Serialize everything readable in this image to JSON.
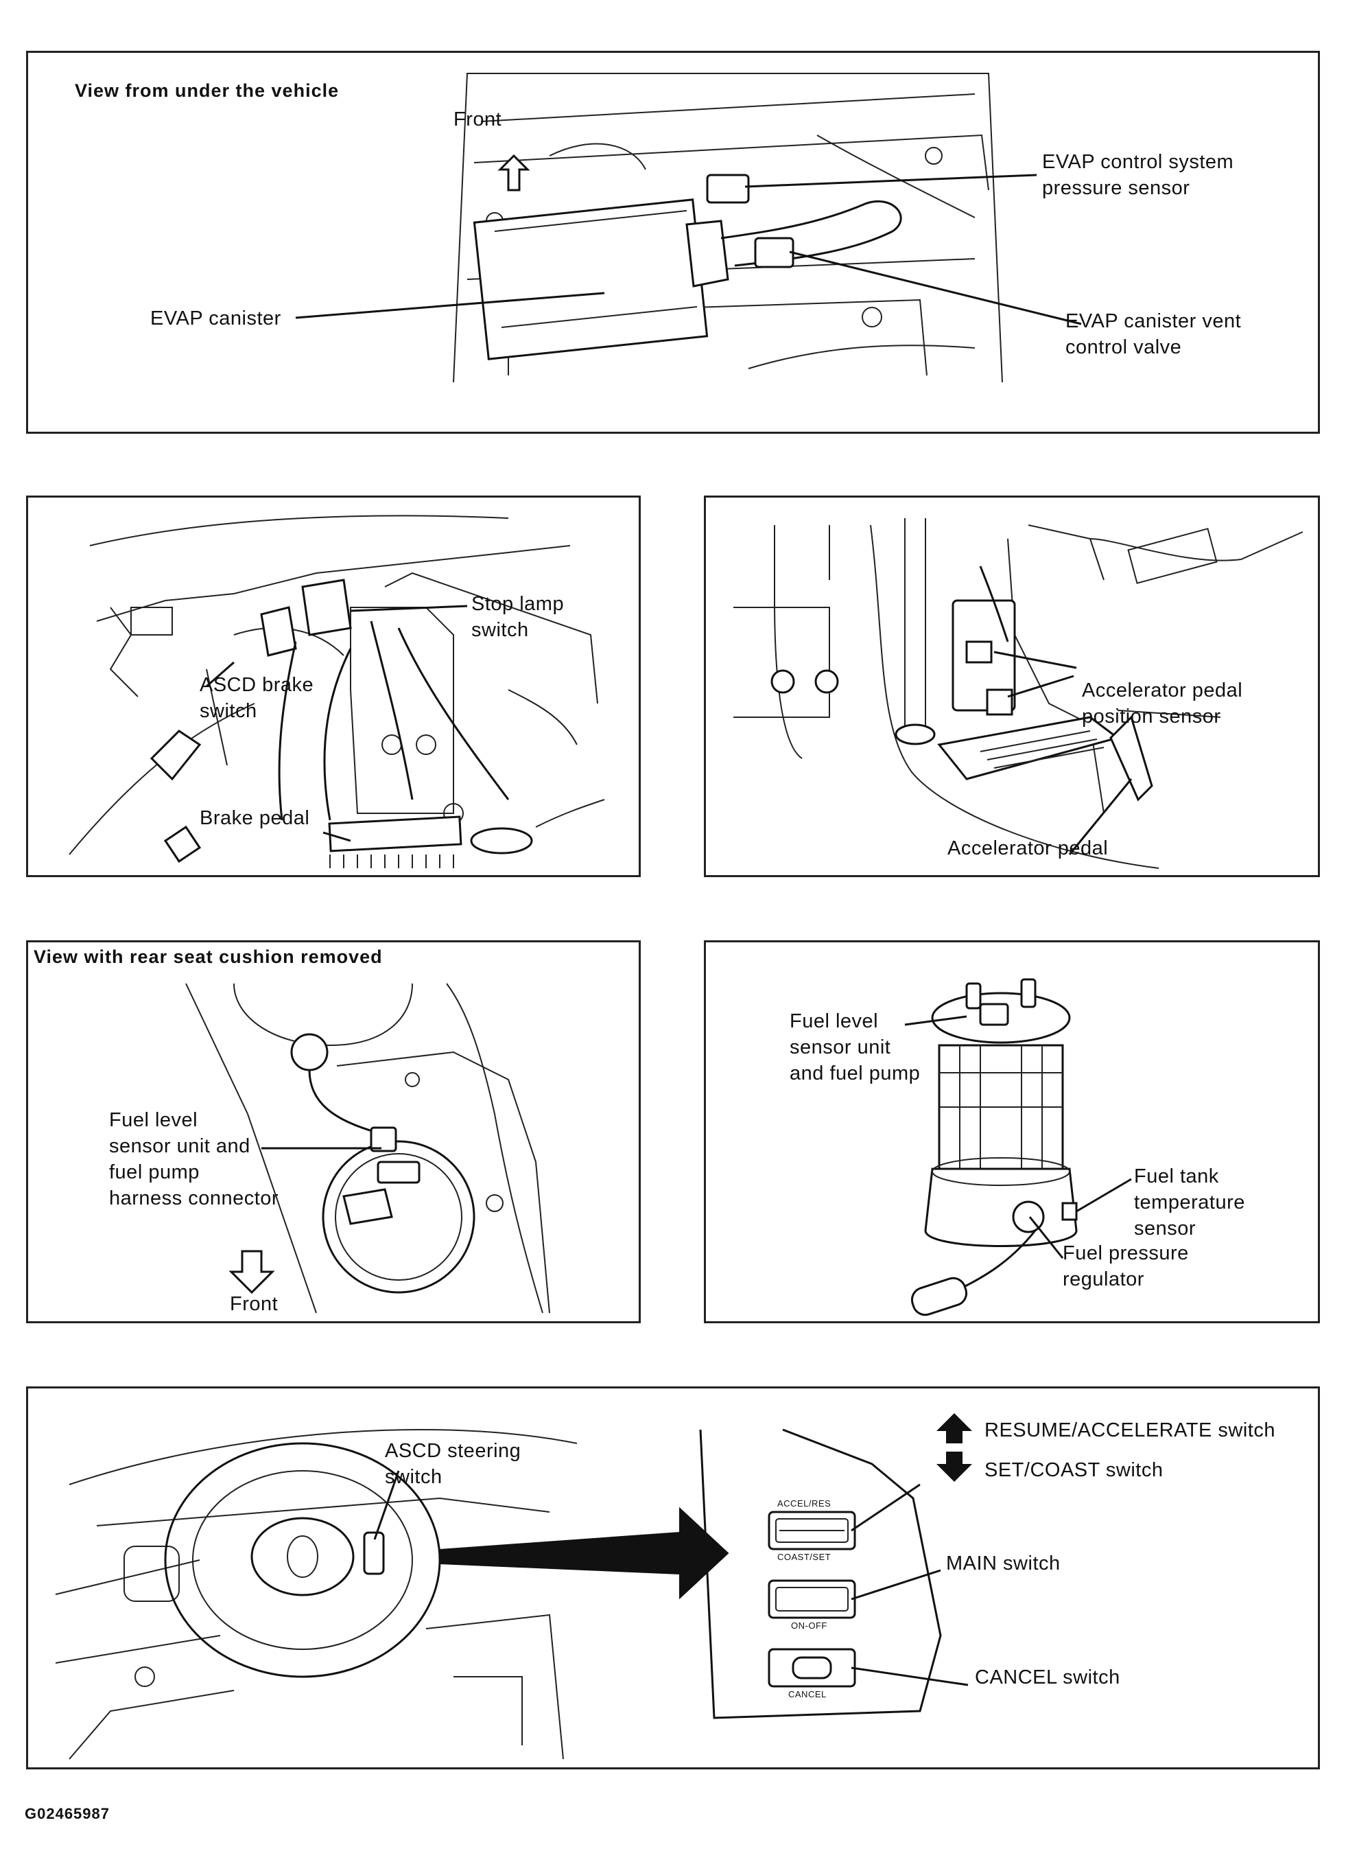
{
  "panels": {
    "evap": {
      "header": "View from under the vehicle",
      "front": "Front",
      "pressure_sensor": "EVAP control system\npressure sensor",
      "canister": "EVAP canister",
      "vent_valve": "EVAP canister vent\ncontrol valve"
    },
    "brake": {
      "stop_lamp": "Stop lamp\nswitch",
      "ascd_brake": "ASCD brake\nswitch",
      "brake_pedal": "Brake pedal"
    },
    "accel": {
      "app_sensor": "Accelerator pedal\nposition sensor",
      "pedal": "Accelerator pedal"
    },
    "rear_seat": {
      "header": "View with rear seat cushion removed",
      "connector": "Fuel level\nsensor unit and\nfuel pump\nharness connector",
      "front": "Front"
    },
    "fuel_pump": {
      "unit": "Fuel level\nsensor unit\nand fuel pump",
      "temp_sensor": "Fuel tank\ntemperature\nsensor",
      "regulator": "Fuel pressure\nregulator"
    },
    "ascd": {
      "steering_switch": "ASCD steering\nswitch",
      "resume": "RESUME/ACCELERATE switch",
      "set": "SET/COAST switch",
      "main": "MAIN switch",
      "cancel": "CANCEL switch",
      "btn_accel_res": "ACCEL/RES",
      "btn_coast_set": "COAST/SET",
      "btn_on_off": "ON-OFF",
      "btn_cancel": "CANCEL"
    }
  },
  "doc_id": "G02465987",
  "colors": {
    "ink": "#111111",
    "paper": "#ffffff"
  }
}
